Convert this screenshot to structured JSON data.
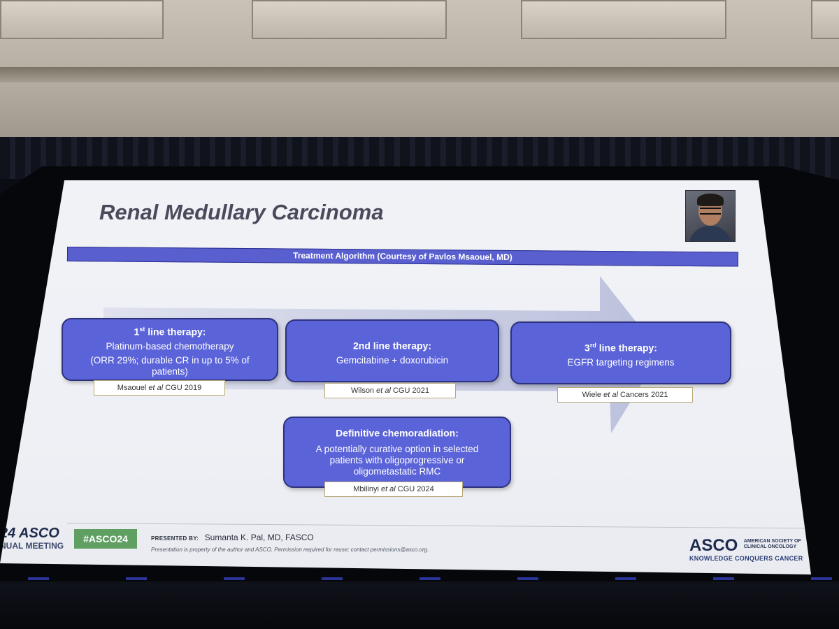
{
  "slide": {
    "title": "Renal Medullary Carcinoma",
    "banner": "Treatment Algorithm (Courtesy of Pavlos Msaouel, MD)"
  },
  "boxes": [
    {
      "head_pre": "1",
      "head_sup": "st",
      "head_post": " line therapy:",
      "lines": [
        "Platinum-based chemotherapy",
        "(ORR 29%; durable CR in up to 5% of",
        "patients)"
      ],
      "ref_pre": "Msaouel ",
      "ref_italic": "et al",
      "ref_post": " CGU 2019"
    },
    {
      "head_pre": "2nd line therapy:",
      "head_sup": "",
      "head_post": "",
      "lines": [
        "Gemcitabine + doxorubicin"
      ],
      "ref_pre": "Wilson ",
      "ref_italic": "et al",
      "ref_post": " CGU 2021"
    },
    {
      "head_pre": "3",
      "head_sup": "rd",
      "head_post": " line therapy:",
      "lines": [
        "EGFR targeting regimens"
      ],
      "ref_pre": "Wiele ",
      "ref_italic": "et al",
      "ref_post": " Cancers 2021"
    },
    {
      "head_pre": "Definitive chemoradiation:",
      "head_sup": "",
      "head_post": "",
      "lines": [
        "A potentially curative option in selected",
        "patients with oligoprogressive or",
        "oligometastatic RMC"
      ],
      "ref_pre": "Mbilinyi ",
      "ref_italic": "et al",
      "ref_post": " CGU 2024"
    }
  ],
  "footer": {
    "meeting_logo": "24 ASCO",
    "meeting_sub": "NUAL MEETING",
    "hashtag": "#ASCO24",
    "presented_label": "PRESENTED BY:",
    "presenter": "Sumanta K. Pal, MD, FASCO",
    "disclaimer": "Presentation is property of the author and ASCO. Permission required for reuse; contact permissions@asco.org.",
    "asco_logo": "ASCO",
    "society_1": "AMERICAN SOCIETY OF",
    "society_2": "CLINICAL ONCOLOGY",
    "tagline": "KNOWLEDGE CONQUERS CANCER"
  },
  "colors": {
    "box_fill": "#5b63d8",
    "box_border": "#2c327d",
    "banner": "#5a5fd0",
    "arrow": "#c7cbe2",
    "hashtag_bg": "#5f9f62"
  }
}
